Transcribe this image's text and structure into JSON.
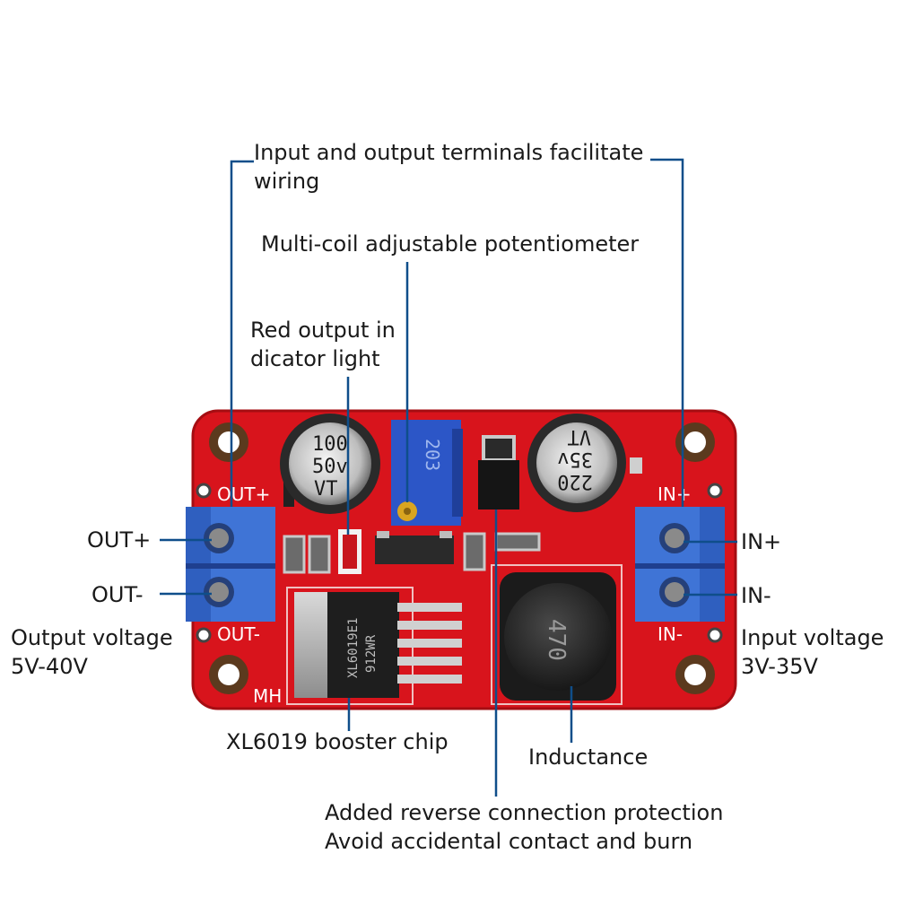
{
  "annotations": {
    "terminals": [
      "Input and output terminals facilitate",
      "wiring"
    ],
    "potentiometer": "Multi-coil adjustable potentiometer",
    "led": [
      "Red output in",
      "dicator light"
    ],
    "out_plus": "OUT+",
    "out_minus": "OUT-",
    "output_voltage": [
      "Output voltage",
      "5V-40V"
    ],
    "in_plus": "IN+",
    "in_minus": "IN-",
    "input_voltage": [
      "Input voltage",
      "3V-35V"
    ],
    "chip": "XL6019 booster chip",
    "inductance": "Inductance",
    "protection": [
      "Added reverse connection protection",
      "Avoid accidental contact and burn"
    ]
  },
  "board": {
    "silkscreen": {
      "out_plus": "OUT+",
      "out_minus": "OUT-",
      "in_plus": "IN+",
      "in_minus": "IN-",
      "maker": "MH"
    },
    "cap_left": [
      "100",
      "50v",
      "VT"
    ],
    "cap_right": [
      "220",
      "35v",
      "VT"
    ],
    "pot_code": "203",
    "chip_marking": [
      "XL6019E1",
      "912WR"
    ],
    "inductor_code": "470"
  },
  "colors": {
    "pcb": "#d8141c",
    "terminal_block": "#3f74d6",
    "leader_line": "#0f4e8a",
    "capacitor": "#2a2a2a"
  }
}
